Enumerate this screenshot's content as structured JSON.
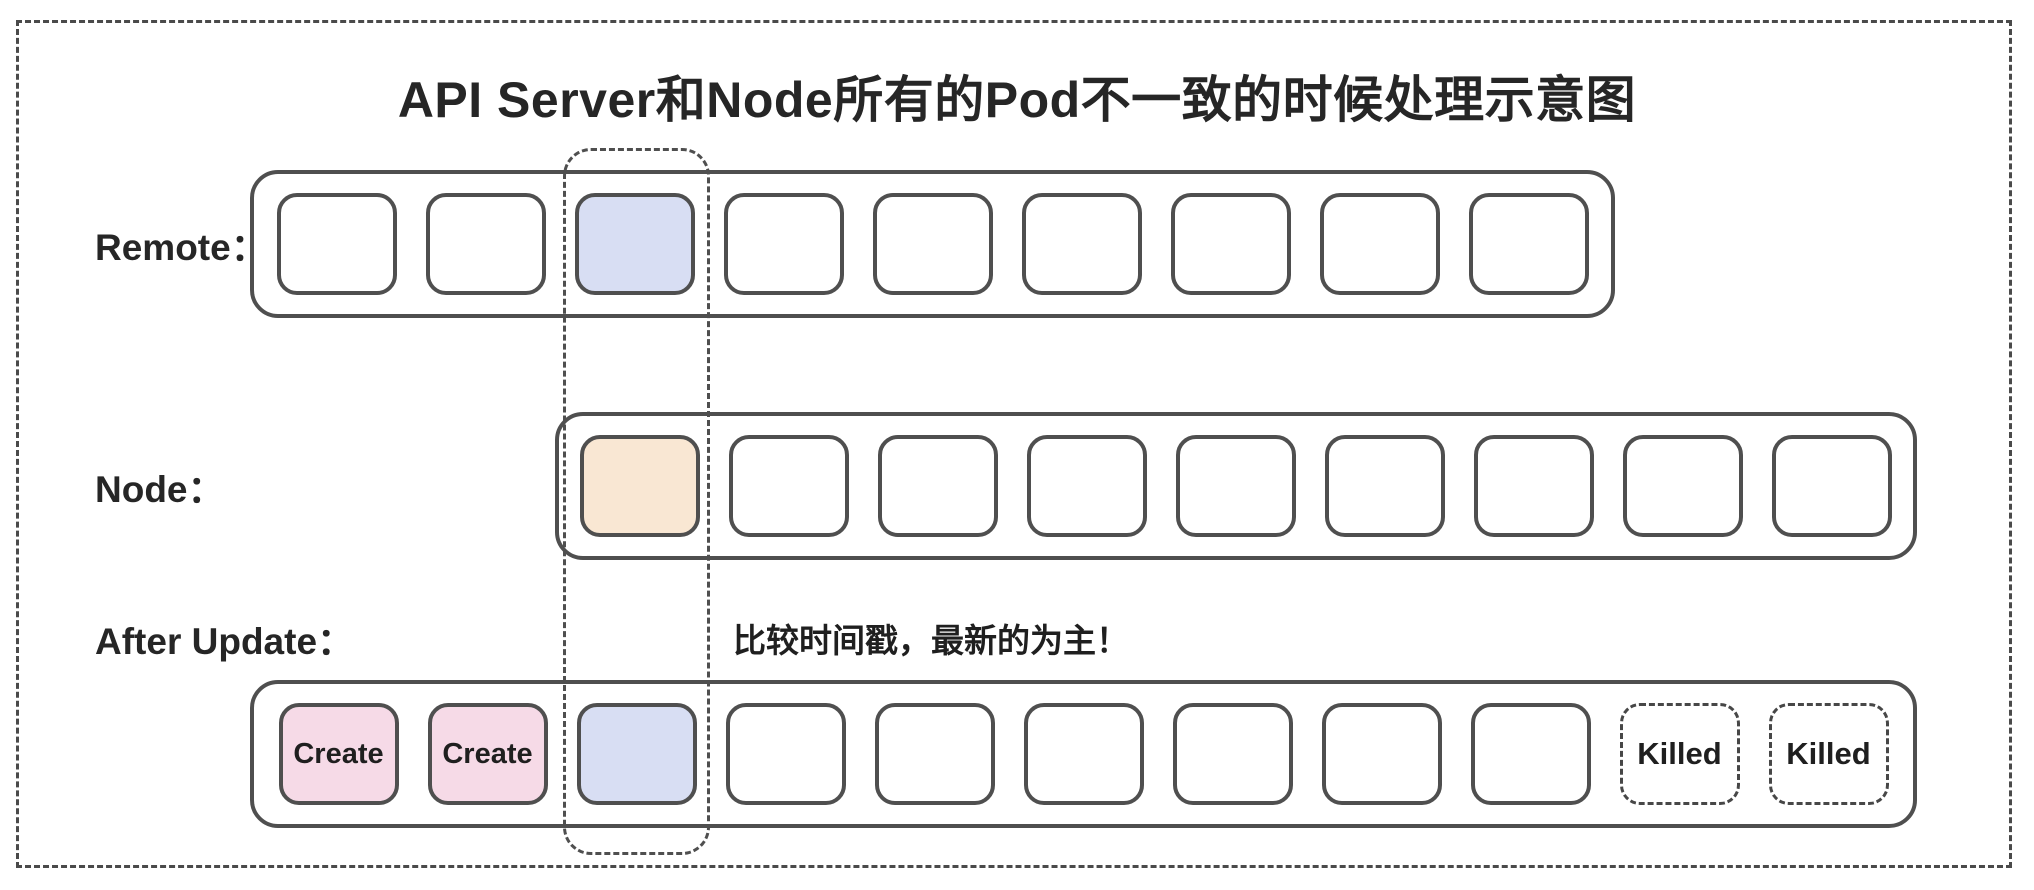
{
  "title": "API Server和Node所有的Pod不一致的时候处理示意图",
  "annotation": "比较时间戳，最新的为主！",
  "colors": {
    "outline": "#4f4f4f",
    "dashed_line": "#4a4a4a",
    "pod_blue": "#d8def3",
    "pod_orange": "#f9e7d3",
    "pod_pink": "#f6dae7",
    "text": "#262626"
  },
  "rows": [
    {
      "id": "remote",
      "label": "Remote：",
      "pods": [
        {
          "type": "plain",
          "label": ""
        },
        {
          "type": "plain",
          "label": ""
        },
        {
          "type": "highlight-blue",
          "label": ""
        },
        {
          "type": "plain",
          "label": ""
        },
        {
          "type": "plain",
          "label": ""
        },
        {
          "type": "plain",
          "label": ""
        },
        {
          "type": "plain",
          "label": ""
        },
        {
          "type": "plain",
          "label": ""
        },
        {
          "type": "plain",
          "label": ""
        }
      ]
    },
    {
      "id": "node",
      "label": "Node：",
      "pods": [
        {
          "type": "highlight-orange",
          "label": ""
        },
        {
          "type": "plain",
          "label": ""
        },
        {
          "type": "plain",
          "label": ""
        },
        {
          "type": "plain",
          "label": ""
        },
        {
          "type": "plain",
          "label": ""
        },
        {
          "type": "plain",
          "label": ""
        },
        {
          "type": "plain",
          "label": ""
        },
        {
          "type": "plain",
          "label": ""
        },
        {
          "type": "plain",
          "label": ""
        }
      ]
    },
    {
      "id": "after-update",
      "label": "After Update：",
      "pods": [
        {
          "type": "create",
          "label": "Create"
        },
        {
          "type": "create",
          "label": "Create"
        },
        {
          "type": "highlight-blue",
          "label": ""
        },
        {
          "type": "plain",
          "label": ""
        },
        {
          "type": "plain",
          "label": ""
        },
        {
          "type": "plain",
          "label": ""
        },
        {
          "type": "plain",
          "label": ""
        },
        {
          "type": "plain",
          "label": ""
        },
        {
          "type": "plain",
          "label": ""
        },
        {
          "type": "killed",
          "label": "Killed"
        },
        {
          "type": "killed",
          "label": "Killed"
        }
      ]
    }
  ]
}
